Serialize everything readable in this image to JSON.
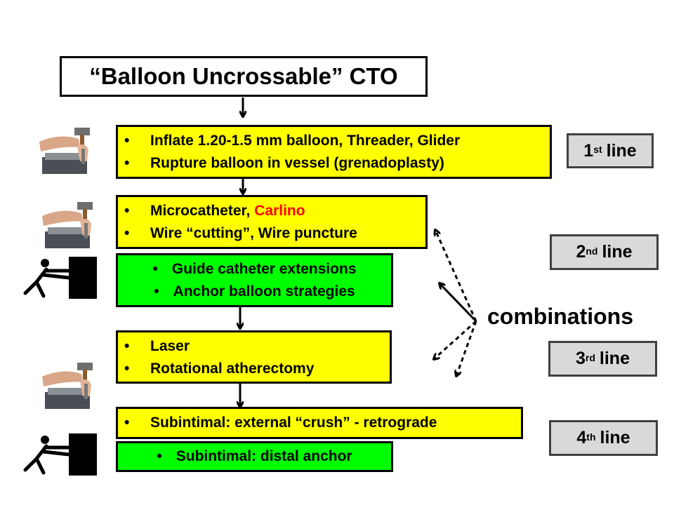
{
  "title": "“Balloon Uncrossable” CTO",
  "steps": [
    {
      "items": [
        "Inflate 1.20-1.5 mm balloon, Threader, Glider",
        "Rupture balloon in vessel (grenadoplasty)"
      ]
    },
    {
      "items": [
        "Microcatheter, ",
        "Wire “cutting”, Wire puncture"
      ],
      "highlight": "Carlino"
    },
    {
      "items": [
        "Guide catheter extensions",
        "Anchor balloon strategies"
      ]
    },
    {
      "items": [
        "Laser",
        "Rotational atherectomy"
      ]
    },
    {
      "items": [
        "Subintimal: external “crush” - retrograde"
      ]
    },
    {
      "items": [
        "Subintimal: distal anchor"
      ]
    }
  ],
  "lines": [
    {
      "num": "1",
      "sup": "st",
      "label": "line"
    },
    {
      "num": "2",
      "sup": "nd",
      "label": "line"
    },
    {
      "num": "3",
      "sup": "rd",
      "label": "line"
    },
    {
      "num": "4",
      "sup": "th",
      "label": "line"
    }
  ],
  "combinations_label": "combinations",
  "colors": {
    "yellow": "#ffff00",
    "green": "#00ff00",
    "red": "#ff0000",
    "line_box": "#d9d9d9"
  },
  "icons": [
    "hammer-chisel-icon",
    "hammer-chisel-icon",
    "pushing-person-icon",
    "hammer-chisel-icon",
    "pushing-person-icon"
  ]
}
